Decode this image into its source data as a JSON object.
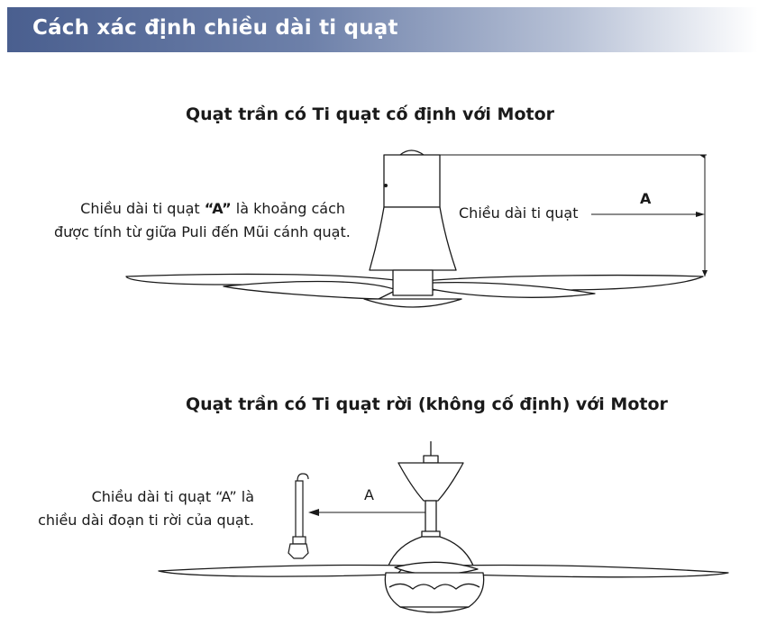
{
  "header": {
    "title": "Cách xác định chiều dài ti quạt"
  },
  "section1": {
    "title": "Quạt trần có Ti quạt cố định với Motor",
    "note_line1_prefix": "Chiều dài ti quạt ",
    "note_line1_bold": "“A”",
    "note_line1_suffix": " là khoảng cách",
    "note_line2": "được tính từ giữa Puli đến Mũi cánh quạt.",
    "dimension_label": "Chiều dài ti quạt",
    "dimension_letter": "A"
  },
  "section2": {
    "title": "Quạt trần có Ti quạt rời (không cố định) với Motor",
    "note_line1": "Chiều dài ti quạt “A” là",
    "note_line2": "chiều dài đoạn ti rời của quạt.",
    "dimension_letter": "A"
  }
}
